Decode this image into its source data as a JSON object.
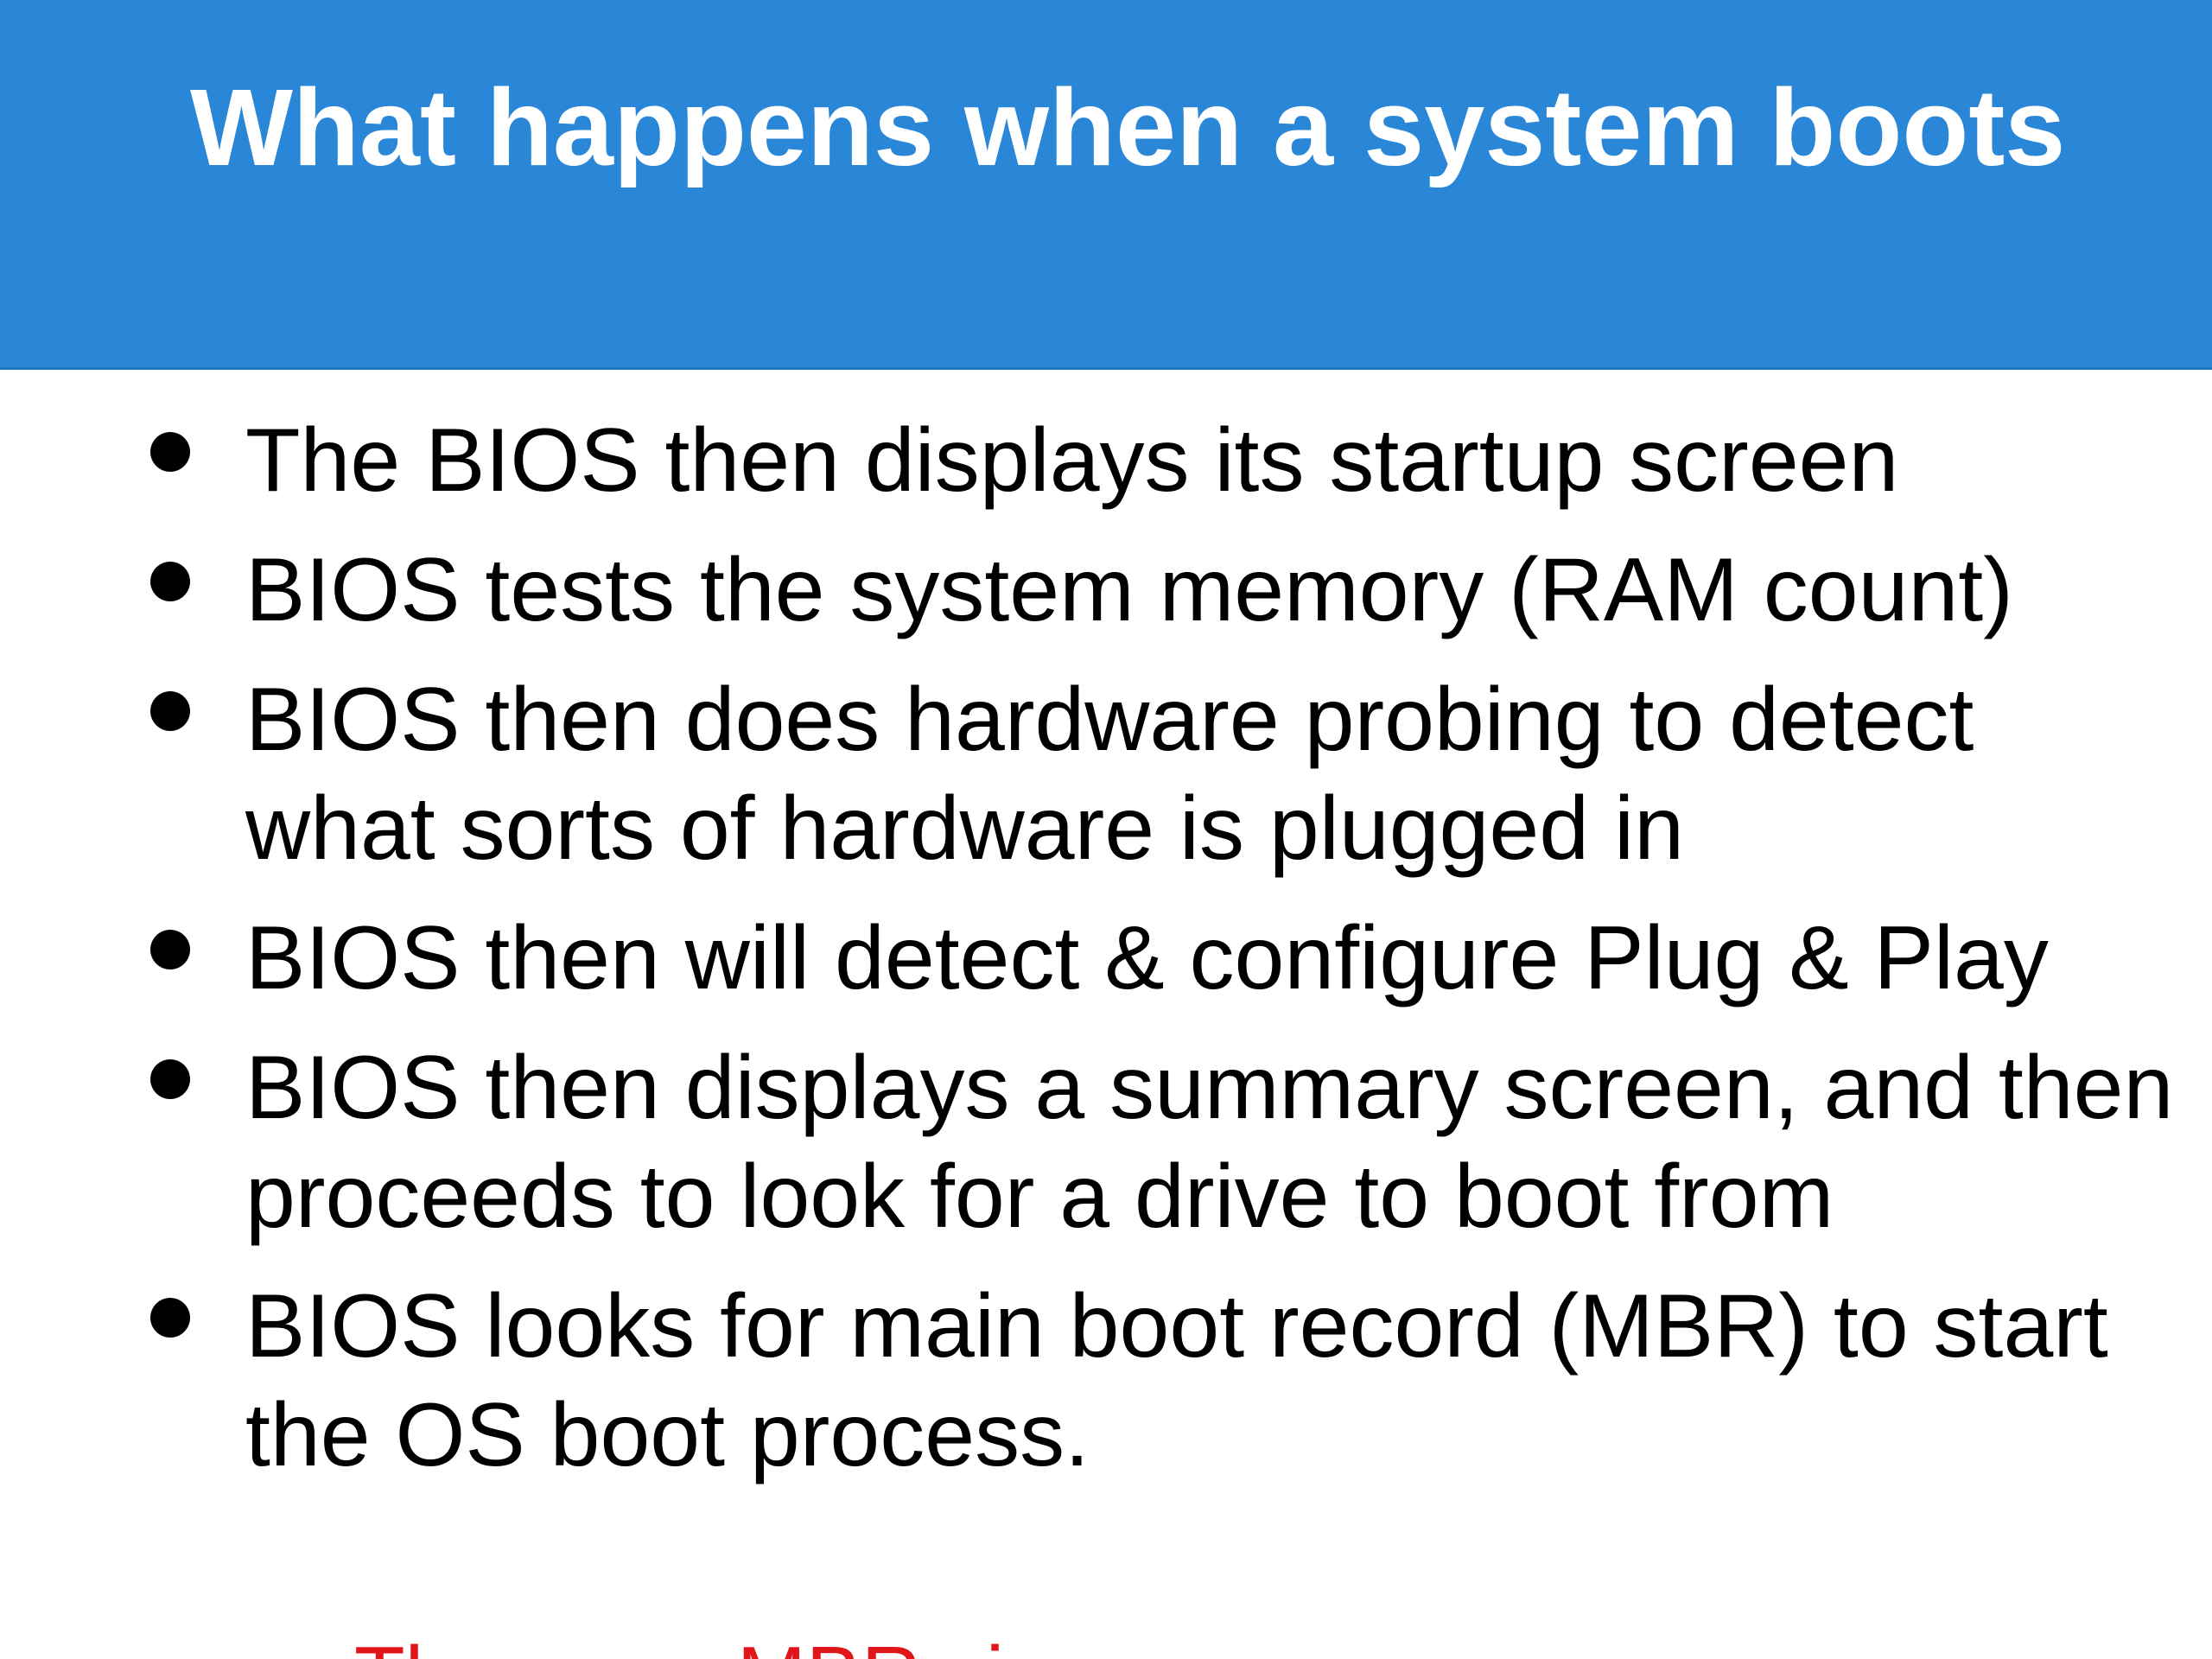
{
  "slide": {
    "title": "What happens when a system boots",
    "bullets": [
      {
        "text": "The BIOS then displays its startup screen"
      },
      {
        "text": "BIOS tests the system memory (RAM count)"
      },
      {
        "text": "BIOS then does hardware probing to detect what sorts of hardware is plugged in"
      },
      {
        "text": "BIOS then will detect & configure Plug & Play"
      },
      {
        "text": "BIOS then displays a summary screen, and then proceeds to look for a drive to boot from"
      },
      {
        "text": "BIOS looks for main boot record (MBR) to start the OS boot process."
      }
    ],
    "note": "There are MBR viruses",
    "colors": {
      "header_background": "#2a87d8",
      "title_text": "#ffffff",
      "body_text": "#000000",
      "note_text": "#e0161b"
    }
  }
}
